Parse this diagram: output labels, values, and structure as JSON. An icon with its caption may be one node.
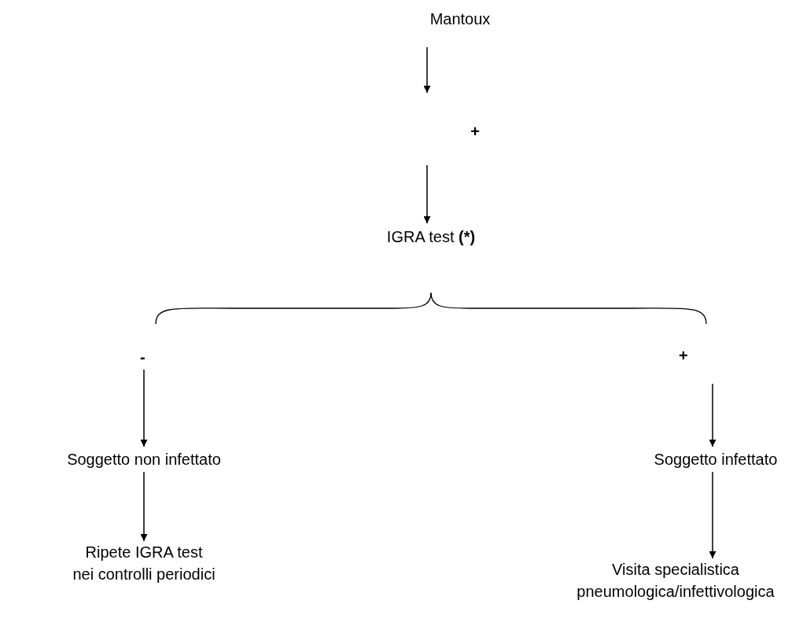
{
  "diagram": {
    "nodes": [
      {
        "text": [
          "Mantoux"
        ]
      },
      {
        "text": [
          "+"
        ]
      },
      {
        "text": [
          "IGRA test **(*)**"
        ]
      },
      {
        "text": [
          "-"
        ]
      },
      {
        "text": [
          "+"
        ]
      },
      {
        "text": [
          "Soggetto non infettato"
        ]
      },
      {
        "text": [
          "Soggetto infettato"
        ]
      },
      {
        "text": [
          "Ripete IGRA test nei controlli periodici"
        ]
      },
      {
        "text": [
          "Visita specialistica pneumologica/infettivologica"
        ]
      }
    ],
    "edges": [
      {
        "from": 0,
        "to": 1,
        "arrow": "to"
      },
      {
        "from": 1,
        "to": 2,
        "arrow": "to"
      },
      {
        "from": 3,
        "to": 5,
        "arrow": "to"
      },
      {
        "from": 4,
        "to": 6,
        "arrow": "to"
      },
      {
        "from": 5,
        "to": 7,
        "arrow": "to"
      },
      {
        "from": 6,
        "to": 8,
        "arrow": "to"
      }
    ]
  }
}
